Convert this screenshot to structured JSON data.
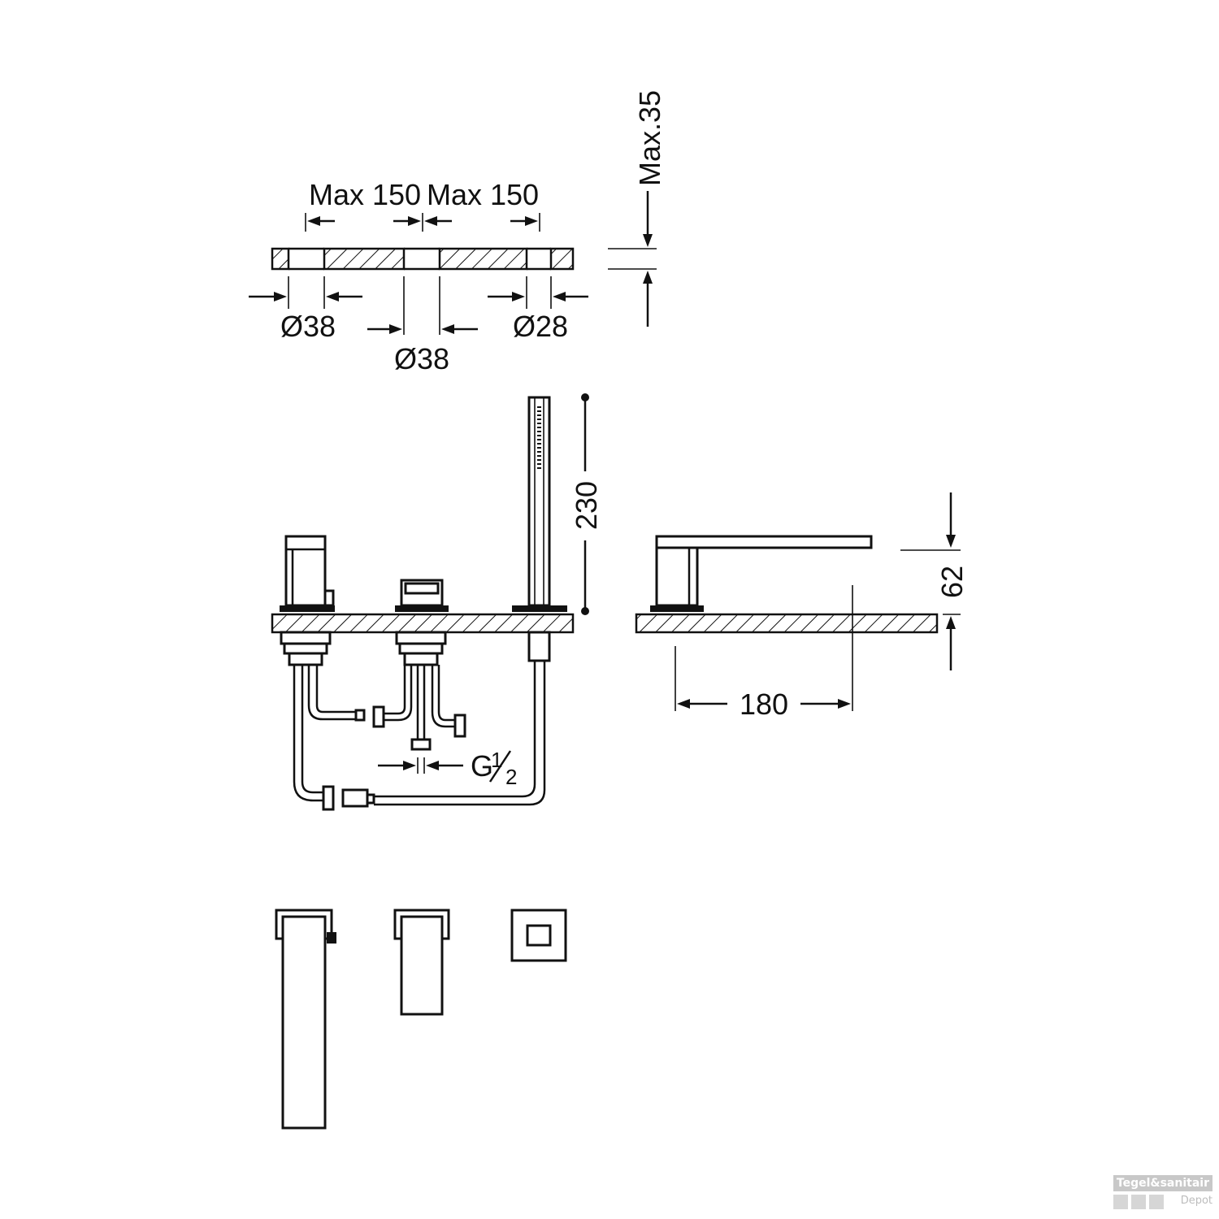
{
  "dimensions": {
    "max_spacing_left": "Max 150",
    "max_spacing_right": "Max 150",
    "max_thickness": "Max.35",
    "hole_dia_left": "Ø38",
    "hole_dia_middle": "Ø38",
    "hole_dia_right": "Ø28",
    "handshower_height": "230",
    "spout_height": "62",
    "spout_reach": "180",
    "thread": "G",
    "thread_fraction_num": "1",
    "thread_fraction_den": "2"
  },
  "watermark": {
    "brand": "Tegel&sanitair",
    "sub": "Depot"
  },
  "colors": {
    "ink": "#111111",
    "background": "#ffffff",
    "watermark": "#c8c8c8"
  }
}
